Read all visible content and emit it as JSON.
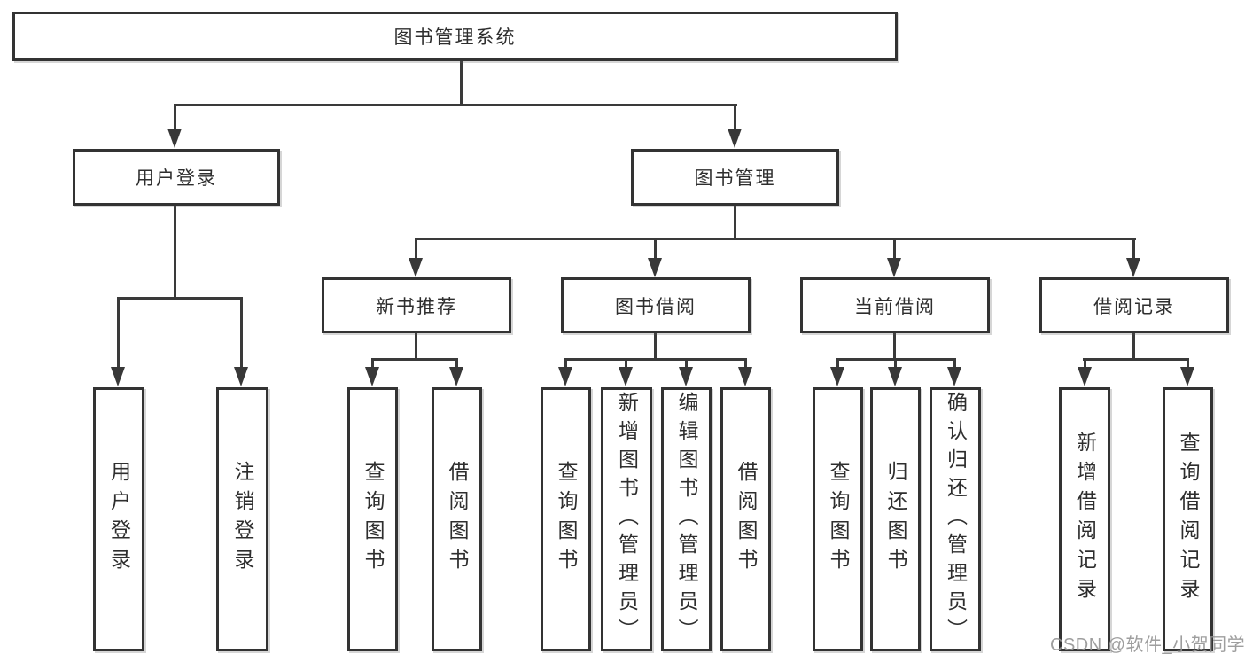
{
  "diagram": {
    "root": {
      "label": "图书管理系统"
    },
    "level2": [
      {
        "label": "用户登录"
      },
      {
        "label": "图书管理"
      }
    ],
    "level3": [
      {
        "label": "新书推荐"
      },
      {
        "label": "图书借阅"
      },
      {
        "label": "当前借阅"
      },
      {
        "label": "借阅记录"
      }
    ],
    "leaves": {
      "user_login": [
        {
          "label": "用户登录"
        },
        {
          "label": "注销登录"
        }
      ],
      "new_book": [
        {
          "label": "查询图书"
        },
        {
          "label": "借阅图书"
        }
      ],
      "book_borrow": [
        {
          "label": "查询图书"
        },
        {
          "label": "新增图书（管理员）"
        },
        {
          "label": "编辑图书（管理员）"
        },
        {
          "label": "借阅图书"
        }
      ],
      "current_borrow": [
        {
          "label": "查询图书"
        },
        {
          "label": "归还图书"
        },
        {
          "label": "确认归还（管理员）"
        }
      ],
      "borrow_record": [
        {
          "label": "新增借阅记录"
        },
        {
          "label": "查询借阅记录"
        }
      ]
    },
    "colors": {
      "line": "#3a3a3a",
      "border": "#333333",
      "text": "#2e2e2e",
      "background": "#ffffff",
      "watermark": "#949494"
    }
  },
  "watermark": {
    "text": "CSDN @软件_小贺同学"
  }
}
